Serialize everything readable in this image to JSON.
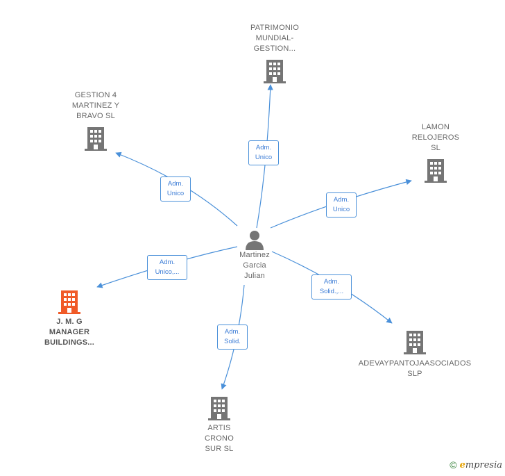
{
  "nodes": {
    "center": {
      "label": "Martinez\nGarcia\nJulian"
    },
    "patrimonio": {
      "label": "PATRIMONIO\nMUNDIAL-\nGESTION..."
    },
    "gestion4": {
      "label": "GESTION 4\nMARTINEZ Y\nBRAVO  SL"
    },
    "lamon": {
      "label": "LAMON\nRELOJEROS\nSL"
    },
    "jmg": {
      "label": "J.  M. G\nMANAGER\nBUILDINGS..."
    },
    "adevay": {
      "label": "ADEVAYPANTOJAASOCIADOS\nSLP"
    },
    "artis": {
      "label": "ARTIS\nCRONO\nSUR SL"
    }
  },
  "edges": {
    "patrimonio": "Adm.\nUnico",
    "gestion4": "Adm.\nUnico",
    "lamon": "Adm.\nUnico",
    "jmg": "Adm.\nUnico,...",
    "adevay": "Adm.\nSolid.,...",
    "artis": "Adm.\nSolid."
  },
  "colors": {
    "edge": "#4a90d9",
    "building": "#757575",
    "building_highlight": "#f05a28",
    "person": "#757575"
  },
  "footer": {
    "copyright": "©",
    "brand_initial": "e",
    "brand_rest": "mpresia"
  }
}
